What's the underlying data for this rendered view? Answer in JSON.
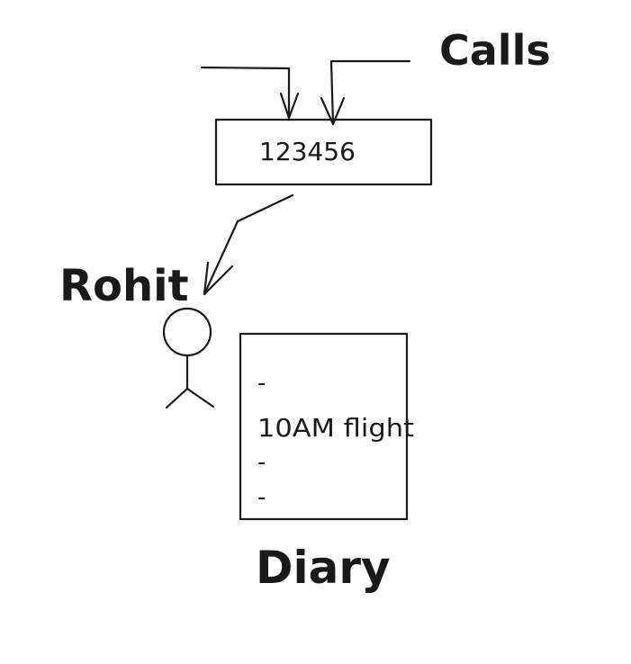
{
  "labels": {
    "calls": "Calls",
    "number": "123456",
    "person": "Rohit",
    "diary_title": "Diary"
  },
  "diary": {
    "lines": [
      "-",
      "10AM flight",
      "-",
      "-"
    ]
  }
}
